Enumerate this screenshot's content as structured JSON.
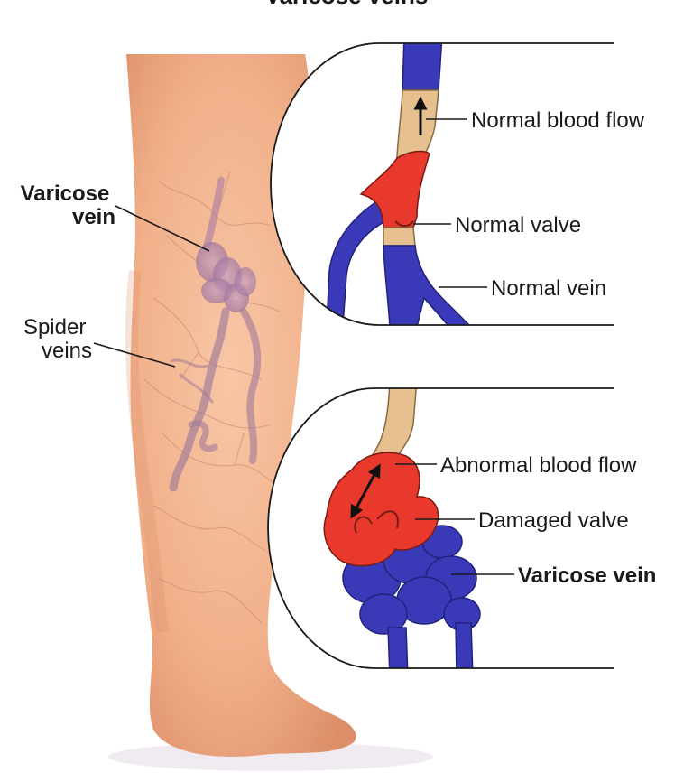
{
  "diagram": {
    "title": "Varicose veins",
    "labels": {
      "varicose_vein_leg": "Varicose\nvein",
      "spider_veins": "Spider\nveins",
      "normal_blood_flow": "Normal blood flow",
      "normal_valve": "Normal valve",
      "normal_vein": "Normal vein",
      "abnormal_blood_flow": "Abnormal blood flow",
      "damaged_valve": "Damaged valve",
      "varicose_vein_inset": "Varicose vein"
    }
  },
  "colors": {
    "skin": "#f2b48e",
    "skin_shadow": "#e0926c",
    "vein_blue": "#3a3ab8",
    "blood_red": "#e8392c",
    "vein_tan": "#e7c08f",
    "text": "#1a1a1a"
  },
  "icons": [
    "up-arrow-icon",
    "down-arrow-icon"
  ]
}
